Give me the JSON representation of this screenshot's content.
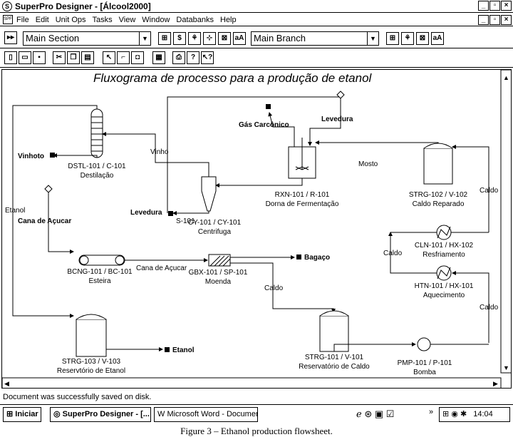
{
  "window": {
    "title": "SuperPro Designer - [Álcool2000]",
    "min": "_",
    "max": "▫",
    "close": "×"
  },
  "menu": [
    "File",
    "Edit",
    "Unit Ops",
    "Tasks",
    "View",
    "Window",
    "Databanks",
    "Help"
  ],
  "toolbar": {
    "section": "Main Section",
    "branch": "Main Branch"
  },
  "flowsheet": {
    "title": "Fluxograma de processo para a produção de etanol",
    "units": {
      "dstl": {
        "id": "DSTL-101 / C-101",
        "name": "Destilação"
      },
      "rxn": {
        "id": "RXN-101 / R-101",
        "name": "Dorna de Fermentação"
      },
      "strg102": {
        "id": "STRG-102 / V-102",
        "name": "Caldo Reparado"
      },
      "cy": {
        "id": "CY-101 / CY-101",
        "name": "Centrifuga"
      },
      "cln": {
        "id": "CLN-101 / HX-102",
        "name": "Resfriamento"
      },
      "htn": {
        "id": "HTN-101 / HX-101",
        "name": "Aquecimento"
      },
      "bcng": {
        "id": "BCNG-101 / BC-101",
        "name": "Esteira"
      },
      "gbx": {
        "id": "GBX-101 / SP-101",
        "name": "Moenda"
      },
      "strg103": {
        "id": "STRG-103 / V-103",
        "name": "Reservtório de Etanol"
      },
      "strg101": {
        "id": "STRG-101 / V-101",
        "name": "Reservatório de Caldo"
      },
      "pmp": {
        "id": "PMP-101 / P-101",
        "name": "Bomba"
      }
    },
    "streams": {
      "vinhoto": "Vinhoto",
      "gas": "Gás Carcônico",
      "levedura_in": "Levedura",
      "levedura_out": "Levedura",
      "s101": "S-101",
      "etanol_side": "Etanol",
      "cana_in": "Cana de Açucar",
      "cana_stream": "Cana de Açucar",
      "bagaco": "Bagaço",
      "etanol_out": "Etanol",
      "vinho": "Vinho",
      "mosto": "Mosto",
      "caldo1": "Caldo",
      "caldo2": "Caldo",
      "caldo3": "Caldo",
      "caldo4": "Caldo"
    }
  },
  "status": "Document was successfully saved on disk.",
  "taskbar": {
    "start": "Iniciar",
    "task1": "SuperPro Designer - [...",
    "task2": "Microsoft Word - Documen...",
    "clock": "14:04"
  },
  "caption": "Figure 3 – Ethanol production flowsheet."
}
